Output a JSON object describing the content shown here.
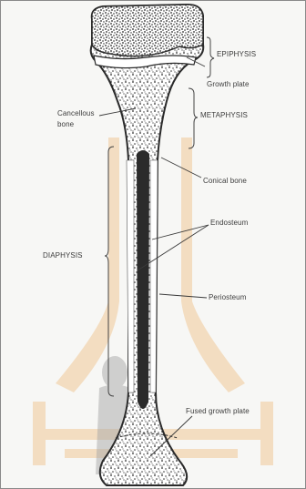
{
  "labels": {
    "epiphysis": "EPIPHYSIS",
    "growth_plate": "Growth plate",
    "metaphysis": "METAPHYSIS",
    "cancellous_bone_line1": "Cancellous",
    "cancellous_bone_line2": "bone",
    "cortical_bone": "Conical bone",
    "endosteum": "Endosteum",
    "diaphysis": "DIAPHYSIS",
    "periosteum": "Periosteum",
    "fused_growth_plate": "Fused growth plate"
  },
  "colors": {
    "bone_outline": "#2a2a2a",
    "medullary_cavity": "#2b2b2b",
    "watermark": "#e8b27a",
    "frame_border": "#8a8a8a"
  }
}
